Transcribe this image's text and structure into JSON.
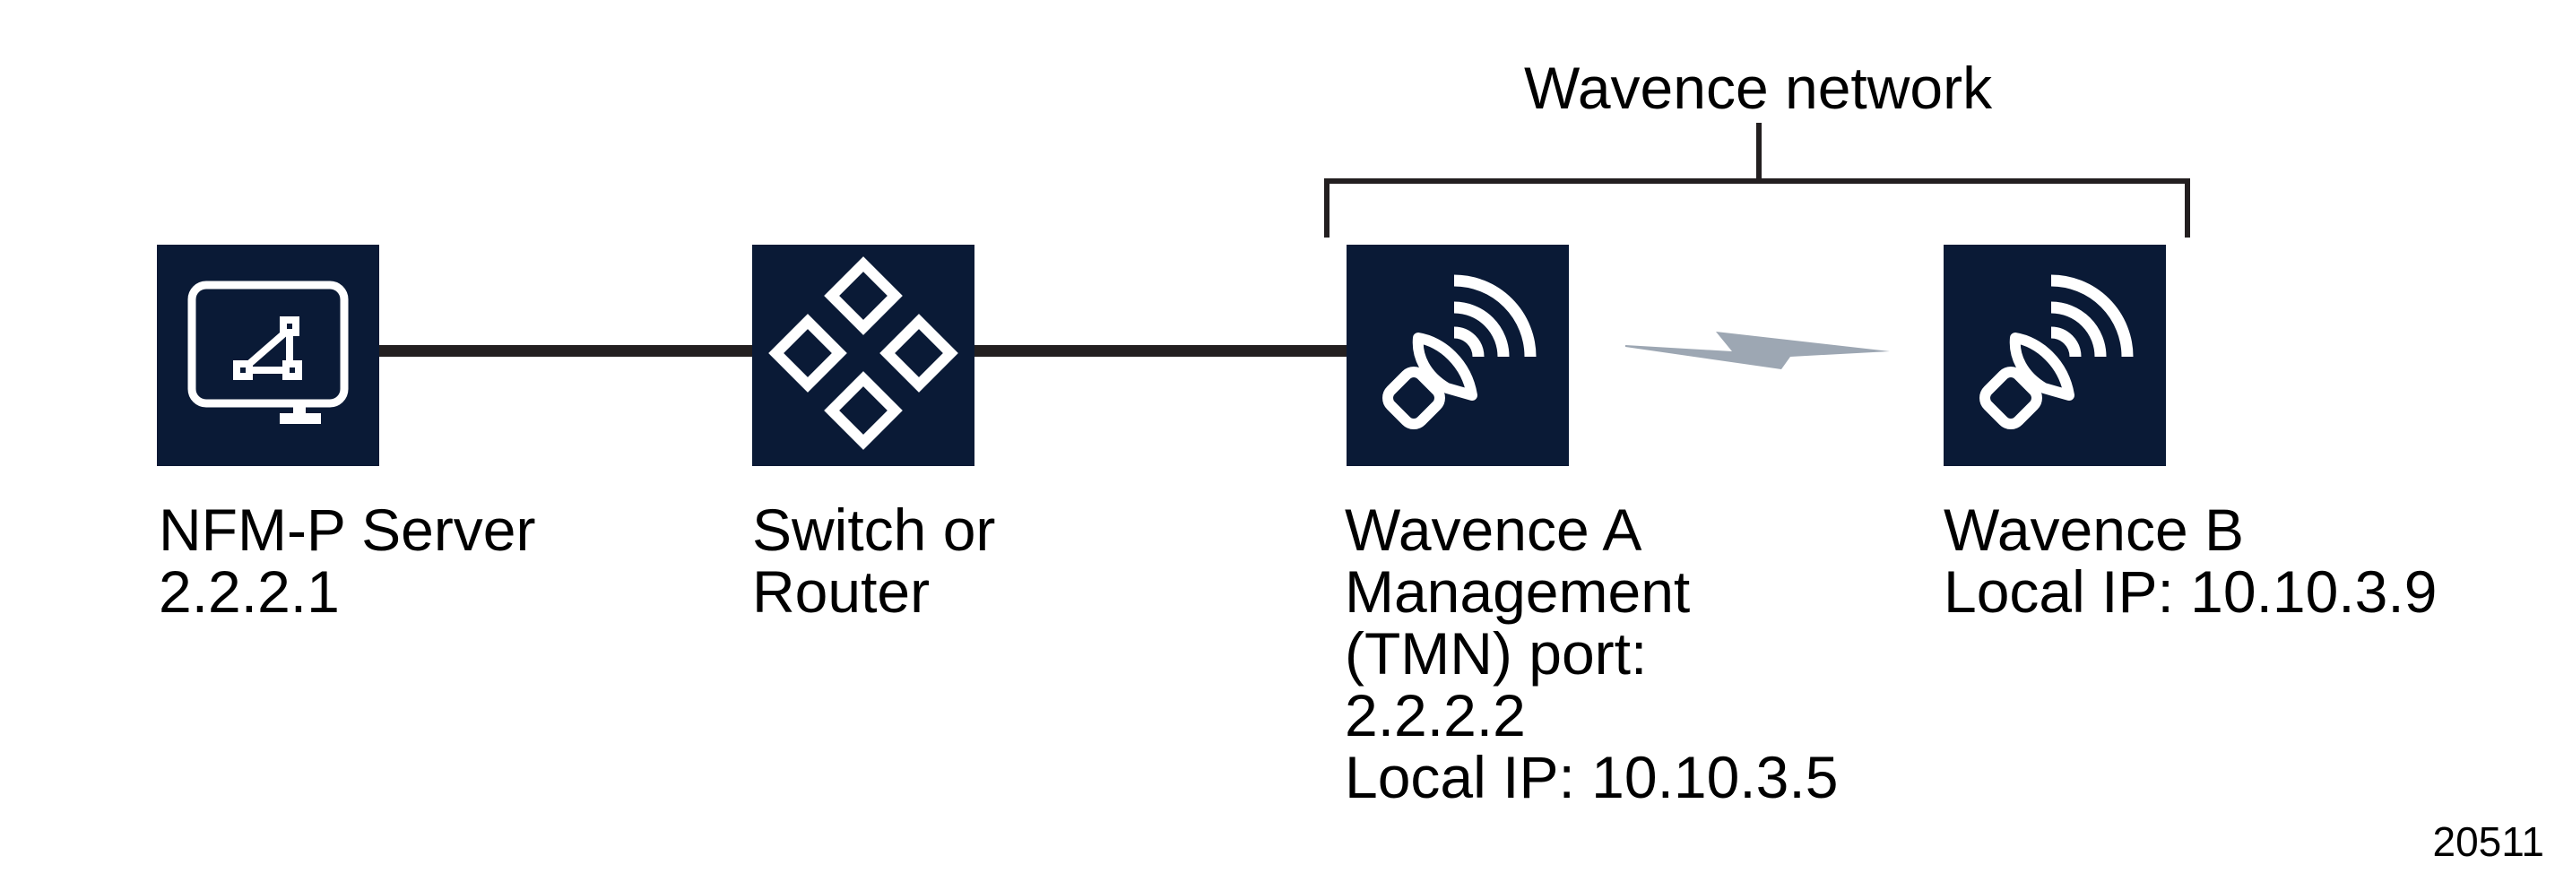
{
  "diagram": {
    "title_label": "Wavence network",
    "figure_number": "20511",
    "nodes": {
      "nfmp": {
        "label_lines": [
          "NFM-P Server",
          "2.2.2.1"
        ]
      },
      "switch": {
        "label_lines": [
          "Switch or",
          "Router"
        ]
      },
      "wavence_a": {
        "label_lines": [
          "Wavence A",
          "Management",
          "(TMN) port:",
          "2.2.2.2",
          "Local IP: 10.10.3.5"
        ]
      },
      "wavence_b": {
        "label_lines": [
          "Wavence B",
          "Local IP: 10.10.3.9"
        ]
      }
    },
    "icons": {
      "nfmp": "server-monitor-topology-icon",
      "switch": "switch-diamonds-icon",
      "wavence_a": "microwave-antenna-icon",
      "wavence_b": "microwave-antenna-icon",
      "link": "lightning-bolt-icon"
    },
    "colors": {
      "node_bg": "#0a1a36",
      "line": "#231f20",
      "bolt": "#9da7b3",
      "text": "#000000",
      "icon_fg": "#ffffff",
      "canvas_bg": "#ffffff"
    }
  }
}
